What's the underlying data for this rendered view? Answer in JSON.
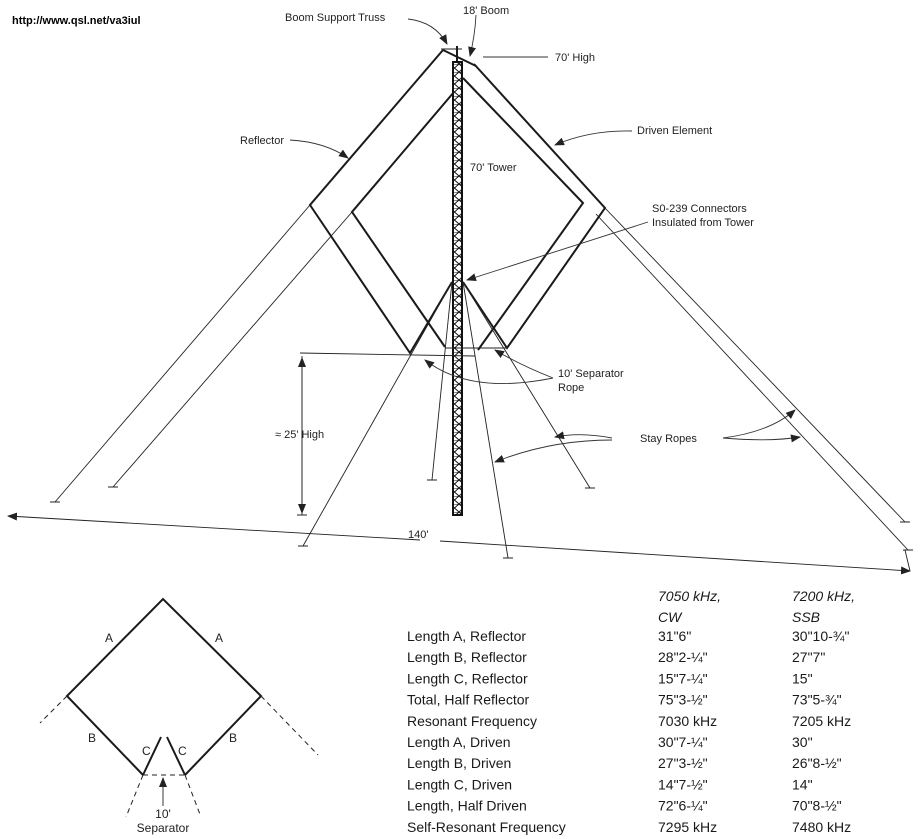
{
  "source_url": "http://www.qsl.net/va3iul",
  "labels": {
    "boom_support_truss": "Boom Support Truss",
    "boom": "18' Boom",
    "high_70": "70' High",
    "reflector": "Reflector",
    "driven_element": "Driven Element",
    "tower": "70' Tower",
    "connectors_line1": "S0-239 Connectors",
    "connectors_line2": "Insulated from Tower",
    "separator_rope_line1": "10' Separator",
    "separator_rope_line2": "Rope",
    "high_25": "≈ 25' High",
    "stay_ropes": "Stay Ropes",
    "span_140": "140'"
  },
  "detail": {
    "a": "A",
    "b": "B",
    "c": "C",
    "separator_line1": "10'",
    "separator_line2": "Separator"
  },
  "table": {
    "headers": [
      {
        "line1": "7050 kHz,",
        "line2": "CW"
      },
      {
        "line1": "7200 kHz,",
        "line2": "SSB"
      }
    ],
    "rows": [
      {
        "label": "Length A, Reflector",
        "cw": "31\"6\"",
        "ssb": "30\"10-¾\""
      },
      {
        "label": "Length B, Reflector",
        "cw": "28\"2-¼\"",
        "ssb": "27\"7\""
      },
      {
        "label": "Length C, Reflector",
        "cw": "15\"7-¼\"",
        "ssb": "15\""
      },
      {
        "label": "Total, Half Reflector",
        "cw": "75\"3-½\"",
        "ssb": "73\"5-¾\""
      },
      {
        "label": "Resonant Frequency",
        "cw": "7030 kHz",
        "ssb": "7205 kHz"
      },
      {
        "label": "Length A, Driven",
        "cw": "30\"7-¼\"",
        "ssb": "30\""
      },
      {
        "label": "Length B, Driven",
        "cw": "27\"3-½\"",
        "ssb": "26\"8-½\""
      },
      {
        "label": "Length C, Driven",
        "cw": "14\"7-½\"",
        "ssb": "14\""
      },
      {
        "label": "Length, Half Driven",
        "cw": "72\"6-¼\"",
        "ssb": "70\"8-½\""
      },
      {
        "label": "Self-Resonant Frequency",
        "cw": "7295 kHz",
        "ssb": "7480 kHz"
      }
    ]
  }
}
